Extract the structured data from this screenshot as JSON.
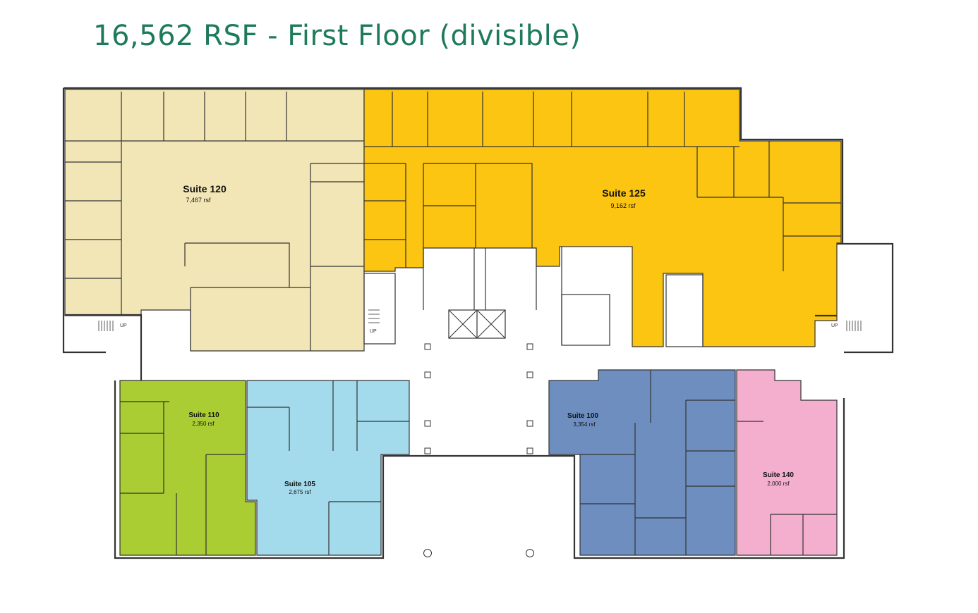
{
  "title": "16,562 RSF - First Floor (divisible)",
  "colors": {
    "title": "#1e7a5c",
    "wall": "#333333",
    "suite120": "#f2e6b6",
    "suite125": "#fbc512",
    "suite110": "#aacd33",
    "suite105": "#a3daec",
    "suite100": "#6e8ec0",
    "suite140": "#f3afcd",
    "common": "#ffffff"
  },
  "suites": [
    {
      "id": "suite120",
      "name": "Suite 120",
      "area": "7,467 rsf"
    },
    {
      "id": "suite125",
      "name": "Suite 125",
      "area": "9,162 rsf"
    },
    {
      "id": "suite110",
      "name": "Suite 110",
      "area": "2,350 rsf"
    },
    {
      "id": "suite105",
      "name": "Suite 105",
      "area": "2,675 rsf"
    },
    {
      "id": "suite100",
      "name": "Suite 100",
      "area": "3,354 rsf"
    },
    {
      "id": "suite140",
      "name": "Suite 140",
      "area": "2,000 rsf"
    }
  ],
  "labels": {
    "stair_up": "UP"
  }
}
